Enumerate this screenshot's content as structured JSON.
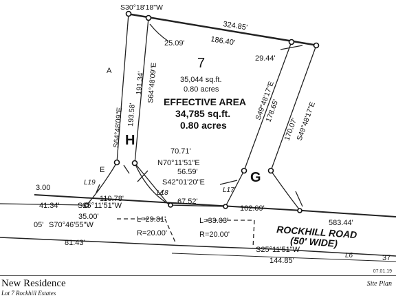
{
  "lot": {
    "number": "7",
    "area": "35,044 sq.ft.",
    "acres": "0.80 acres",
    "effective_title": "EFFECTIVE AREA",
    "effective_area": "34,785 sq.ft.",
    "effective_acres": "0.80 acres"
  },
  "labels": {
    "letter_a": "A",
    "letter_h": "H",
    "letter_g": "G",
    "top_bearing": "S30°18'18\"W",
    "top_dist_outer": "324.85'",
    "top_dist_inner": "186.40'",
    "corner_left": "25.09'",
    "corner_right": "29.44'",
    "left_outer_bearing": "S64°48'09\"E",
    "left_inner_dist": "193.58'",
    "left_lot_dist": "191.34'",
    "left_lot_bearing": "S64°48'09\"E",
    "right_lot_bearing": "S49°48'17\"E",
    "right_lot_dist": "178.65'",
    "right_outer_dist": "170.07'",
    "right_outer_bearing": "S49°48'17\"E",
    "dist_70": "70.71'",
    "bearing_70": "N70°11'51\"E",
    "dist_56": "56.59'",
    "bearing_56": "S42°01'20\"E",
    "curve_l17": "L17",
    "curve_l18": "L18",
    "curve_l19": "L19",
    "curve_l6": "L6",
    "dist_67": "67.52'",
    "dist_102": "102.09'",
    "dist_110": "110.78'",
    "dist_41": "41.34'",
    "bearing_s25": "S25°11'51\"W",
    "dist_35": "35.00'",
    "bearing_s70": "S70°46'55\"W",
    "dist_05": "05'",
    "l_29": "L=29.81'",
    "r_29": "R=20.00'",
    "l_33": "L=33.03'",
    "r_33": "R=20.00'",
    "road_name": "ROCKHILL ROAD",
    "road_width": "(50' WIDE)",
    "dist_583": "583.44'",
    "bearing_s25_bottom": "S25°11'51\"W",
    "dist_144": "144.85'",
    "frag_e": "E",
    "frag_300": "3.00",
    "frag_81": "81.43'",
    "frag_37": "37"
  },
  "title_block": {
    "title": "New Residence",
    "subtitle": "Lot 7 Rockhill Estates",
    "sheet": "Site Plan",
    "date": "07.01.19"
  }
}
